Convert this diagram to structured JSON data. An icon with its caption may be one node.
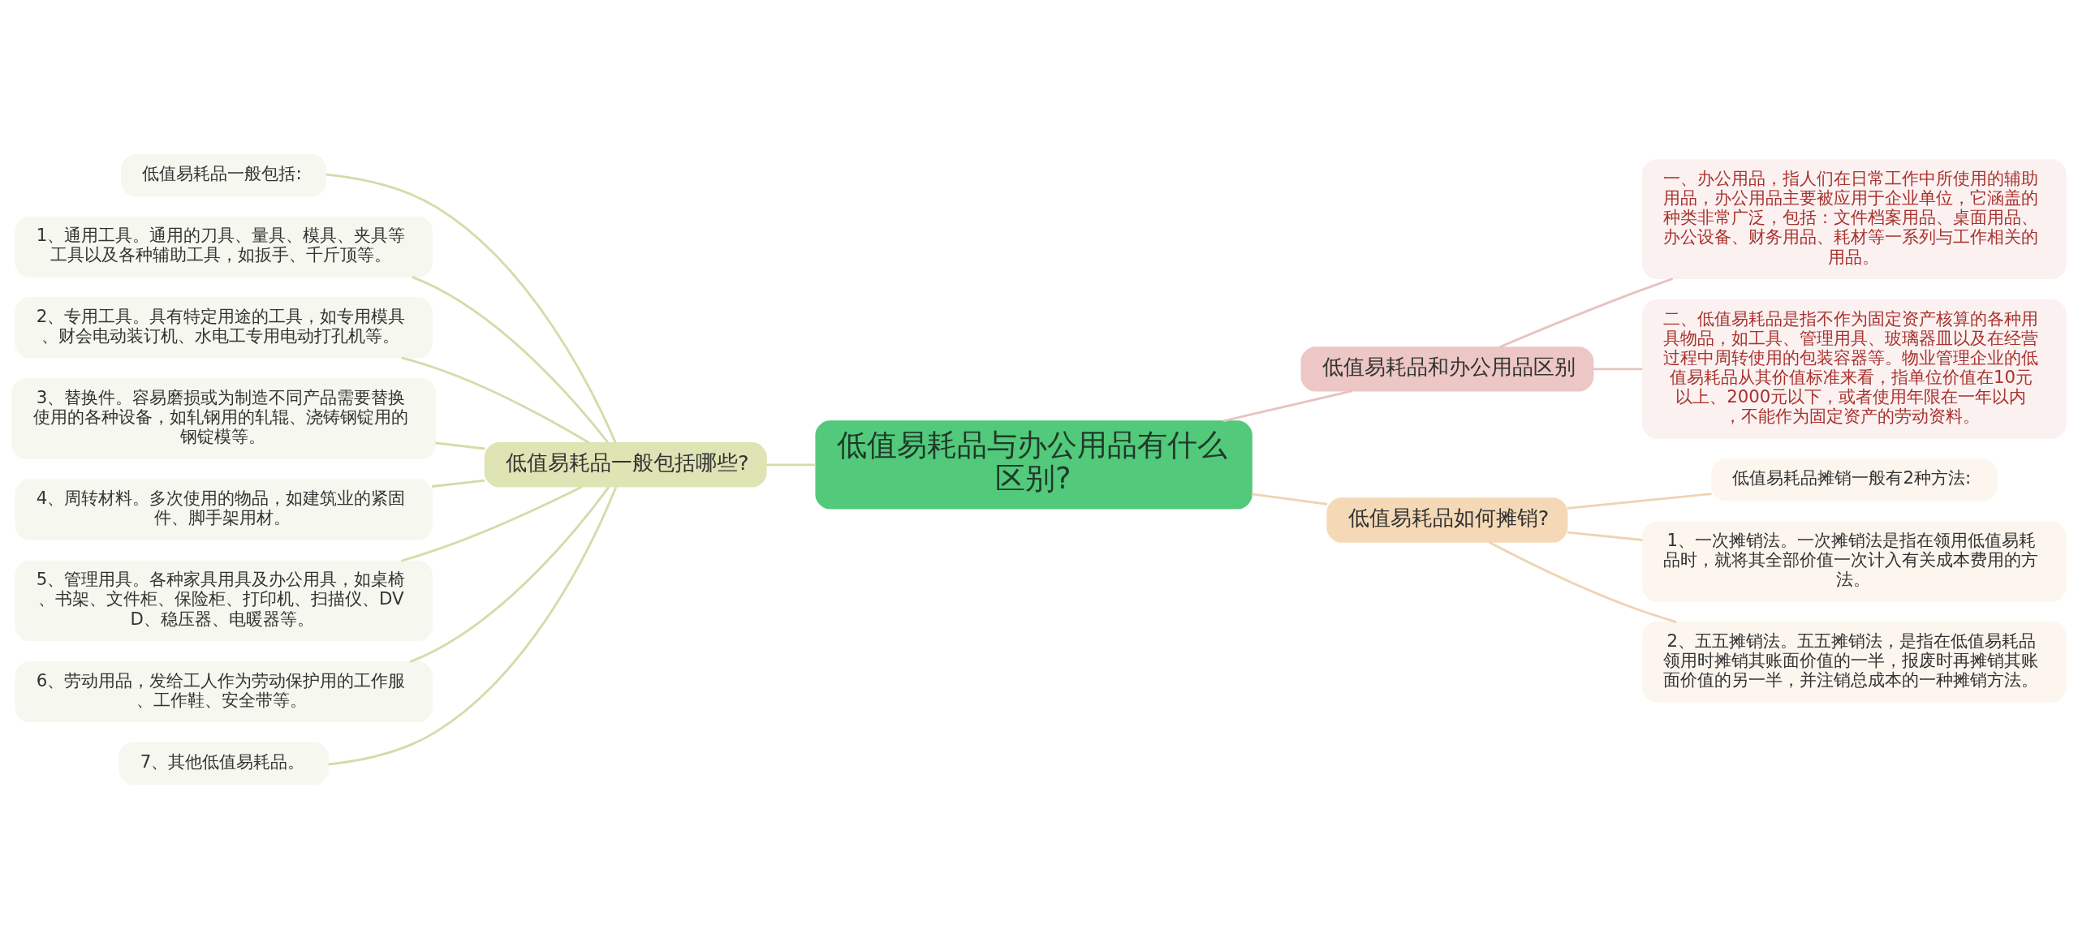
{
  "diagram": {
    "nodes": [
      {
        "text": [
          "低值易耗品与办公用品有什么区别?"
        ]
      },
      {
        "text": [
          "低值易耗品一般包括哪些?"
        ]
      },
      {
        "text": [
          "低值易耗品一般包括:"
        ]
      },
      {
        "text": [
          "1、通用工具。通用的刀具、量具、模具、夹具等工具以及各种辅助工具，如扳手、千斤顶等。"
        ]
      },
      {
        "text": [
          "2、专用工具。具有特定用途的工具，如专用模具、财会电动装订机、水电工专用电动打孔机等。"
        ]
      },
      {
        "text": [
          "3、替换件。容易磨损或为制造不同产品需要替换使用的各种设备，如轧钢用的轧辊、浇铸钢锭用的钢锭模等。"
        ]
      },
      {
        "text": [
          "4、周转材料。多次使用的物品，如建筑业的紧固件、脚手架用材。"
        ]
      },
      {
        "text": [
          "5、管理用具。各种家具用具及办公用具，如桌椅、书架、文件柜、保险柜、打印机、扫描仪、DVD、稳压器、电暖器等。"
        ]
      },
      {
        "text": [
          "6、劳动用品，发给工人作为劳动保护用的工作服、工作鞋、安全带等。"
        ]
      },
      {
        "text": [
          "7、其他低值易耗品。"
        ]
      },
      {
        "text": [
          "低值易耗品和办公用品区别"
        ]
      },
      {
        "text": [
          "一、办公用品，指人们在日常工作中所使用的辅助用品，办公用品主要被应用于企业单位，它涵盖的种类非常广泛，包括：文件档案用品、桌面用品、办公设备、财务用品、耗材等一系列与工作相关的用品。"
        ]
      },
      {
        "text": [
          "二、低值易耗品是指不作为固定资产核算的各种用具物品，如工具、管理用具、玻璃器皿以及在经营过程中周转使用的包装容器等。物业管理企业的低值易耗品从其价值标准来看，指单位价值在10元以上、2000元以下，或者使用年限在一年以内，不能作为固定资产的劳动资料。"
        ]
      },
      {
        "text": [
          "低值易耗品如何摊销?"
        ]
      },
      {
        "text": [
          "低值易耗品摊销一般有2种方法:"
        ]
      },
      {
        "text": [
          "1、一次摊销法。一次摊销法是指在领用低值易耗品时，就将其全部价值一次计入有关成本费用的方法。"
        ]
      },
      {
        "text": [
          "2、五五摊销法。五五摊销法，是指在低值易耗品领用时摊销其账面价值的一半，报废时再摊销其账面价值的另一半，并注销总成本的一种摊销方法。"
        ]
      }
    ],
    "edges": [
      {
        "from": 2,
        "to": 1,
        "arrow": "none"
      },
      {
        "from": 3,
        "to": 1,
        "arrow": "none"
      },
      {
        "from": 4,
        "to": 1,
        "arrow": "none"
      },
      {
        "from": 5,
        "to": 1,
        "arrow": "none"
      },
      {
        "from": 6,
        "to": 1,
        "arrow": "none"
      },
      {
        "from": 7,
        "to": 1,
        "arrow": "none"
      },
      {
        "from": 8,
        "to": 1,
        "arrow": "none"
      },
      {
        "from": 9,
        "to": 1,
        "arrow": "none"
      },
      {
        "from": 1,
        "to": 0,
        "arrow": "none"
      },
      {
        "from": 0,
        "to": 10,
        "arrow": "none",
        "color": "#e6c3c0"
      },
      {
        "from": 10,
        "to": 11,
        "arrow": "none",
        "color": "#e6c3c0"
      },
      {
        "from": 10,
        "to": 12,
        "arrow": "none",
        "color": "#e6c3c0"
      },
      {
        "from": 0,
        "to": 13,
        "arrow": "none",
        "color": "#efd3b3"
      },
      {
        "from": 13,
        "to": 14,
        "arrow": "none",
        "color": "#efd3b3"
      },
      {
        "from": 13,
        "to": 15,
        "arrow": "none",
        "color": "#efd3b3"
      },
      {
        "from": 13,
        "to": 16,
        "arrow": "none",
        "color": "#efd3b3"
      }
    ]
  }
}
